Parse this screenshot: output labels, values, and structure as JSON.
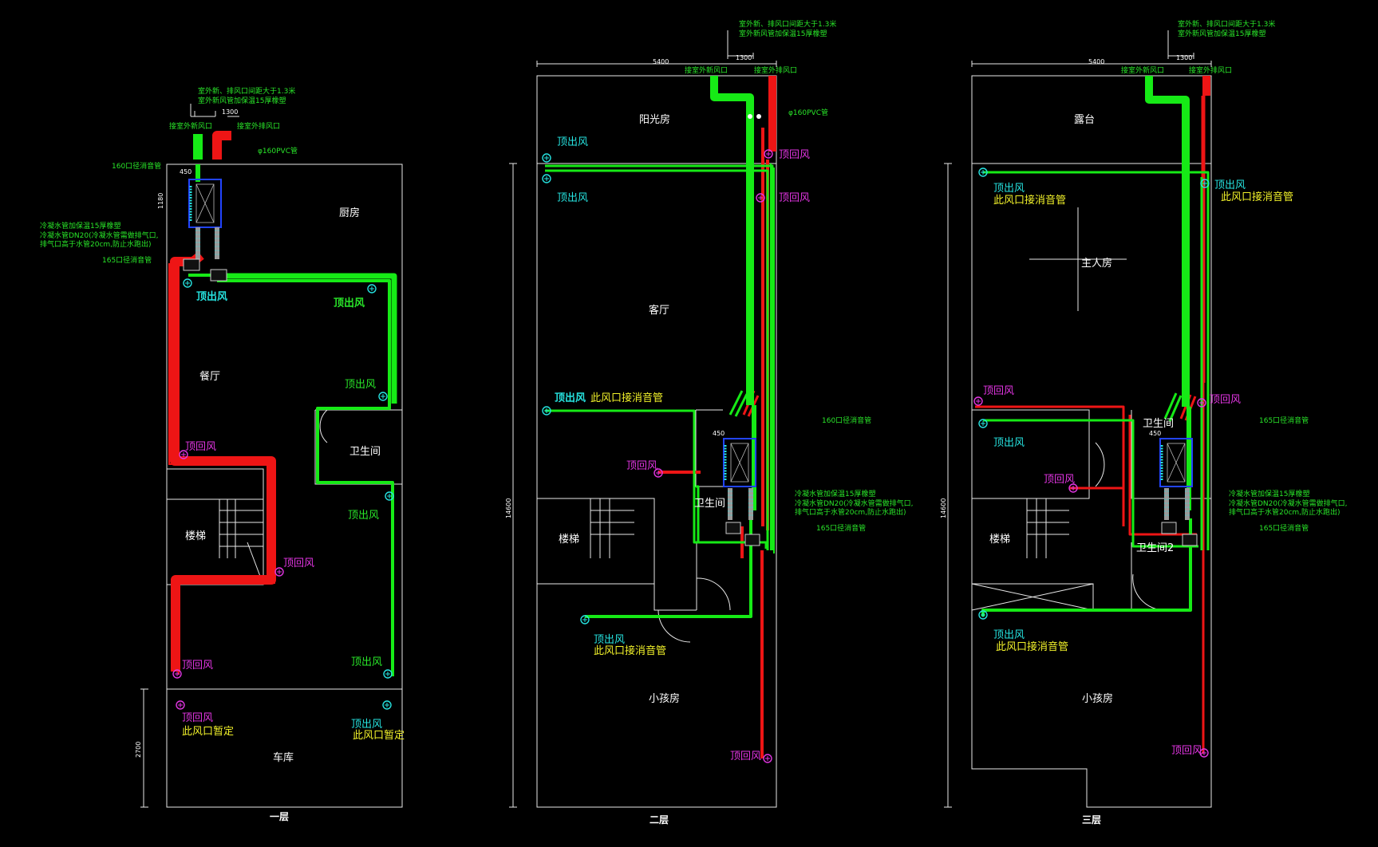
{
  "colors": {
    "supply": "#16ea16",
    "return": "#ee1515",
    "wall": "#e8e8e8",
    "cyan": "#26e3e0",
    "magenta": "#e235e2",
    "yellow": "#f2f22a",
    "leader": "#22c022",
    "unit": "#2244ff"
  },
  "floors": [
    {
      "title": "一层",
      "rooms": {
        "kitchen": "厨房",
        "dining": "餐厅",
        "bath": "卫生间",
        "stairs": "楼梯",
        "garage": "车库"
      },
      "notes": {
        "n1": "室外新、排风口间距大于1.3米",
        "n2": "室外新风管加保温15厚橡塑",
        "fresh": "接室外新风口",
        "exhaust": "接室外排风口",
        "pvc": "φ160PVC管",
        "silencer1": "160口径消音管",
        "water1": "冷凝水管加保温15厚橡塑",
        "water2": "冷凝水管DN20(冷凝水管需做排气口,",
        "water3": "排气口高于水管20cm,防止水跑出)",
        "silencer2": "165口径消音管",
        "dim_gap": "1300",
        "dim_w": "450",
        "dim_h": "1180",
        "dim_garage": "2700"
      },
      "labels": {
        "supply_a": "顶出风",
        "supply_b": "顶出风",
        "supply_c": "顶出风",
        "supply_d": "顶出风",
        "supply_e": "顶出风",
        "supply_g": "顶出风",
        "return_a": "顶回风",
        "return_b": "顶回风",
        "return_c": "顶回风",
        "return_g": "顶回风",
        "tmp1": "此风口暂定",
        "tmp2": "此风口暂定"
      }
    },
    {
      "title": "二层",
      "rooms": {
        "sunroom": "阳光房",
        "living": "客厅",
        "bath": "卫生间",
        "stairs": "楼梯",
        "kid": "小孩房"
      },
      "notes": {
        "n1": "室外新、排风口间距大于1.3米",
        "n2": "室外新风管加保温15厚橡塑",
        "fresh": "接室外新风口",
        "exhaust": "接室外排风口",
        "pvc": "φ160PVC管",
        "silencer1": "160口径消音管",
        "water1": "冷凝水管加保温15厚橡塑",
        "water2": "冷凝水管DN20(冷凝水管需做排气口,",
        "water3": "排气口高于水管20cm,防止水跑出)",
        "silencer2": "165口径消音管",
        "dim_top": "5400",
        "dim_gap": "1300",
        "dim_left": "14600",
        "dim_w": "450"
      },
      "labels": {
        "supply_a": "顶出风",
        "supply_b": "顶出风",
        "supply_c": "顶出风",
        "silencer_c": "此风口接消音管",
        "supply_d": "顶出风",
        "silencer_d": "此风口接消音管",
        "return_a": "顶回风",
        "return_b": "顶回风",
        "return_c": "顶回风",
        "return_d": "顶回风"
      }
    },
    {
      "title": "三层",
      "rooms": {
        "terrace": "露台",
        "master": "主人房",
        "bath": "卫生间",
        "bath2": "卫生间2",
        "stairs": "楼梯",
        "kid": "小孩房"
      },
      "notes": {
        "n1": "室外新、排风口间距大于1.3米",
        "n2": "室外新风管加保温15厚橡塑",
        "fresh": "接室外新风口",
        "exhaust": "接室外排风口",
        "silencer1": "165口径消音管",
        "water1": "冷凝水管加保温15厚橡塑",
        "water2": "冷凝水管DN20(冷凝水管需做排气口,",
        "water3": "排气口高于水管20cm,防止水跑出)",
        "silencer2": "165口径消音管",
        "dim_top": "5400",
        "dim_gap": "1300",
        "dim_left": "14600",
        "dim_w": "450"
      },
      "labels": {
        "supply_a": "顶出风",
        "silencer_a": "此风口接消音管",
        "supply_b": "顶出风",
        "silencer_b": "此风口接消音管",
        "supply_c": "顶出风",
        "supply_d": "顶出风",
        "silencer_d": "此风口接消音管",
        "return_a": "顶回风",
        "return_b": "顶回风",
        "return_c": "顶回风",
        "return_d": "顶回风"
      }
    }
  ]
}
